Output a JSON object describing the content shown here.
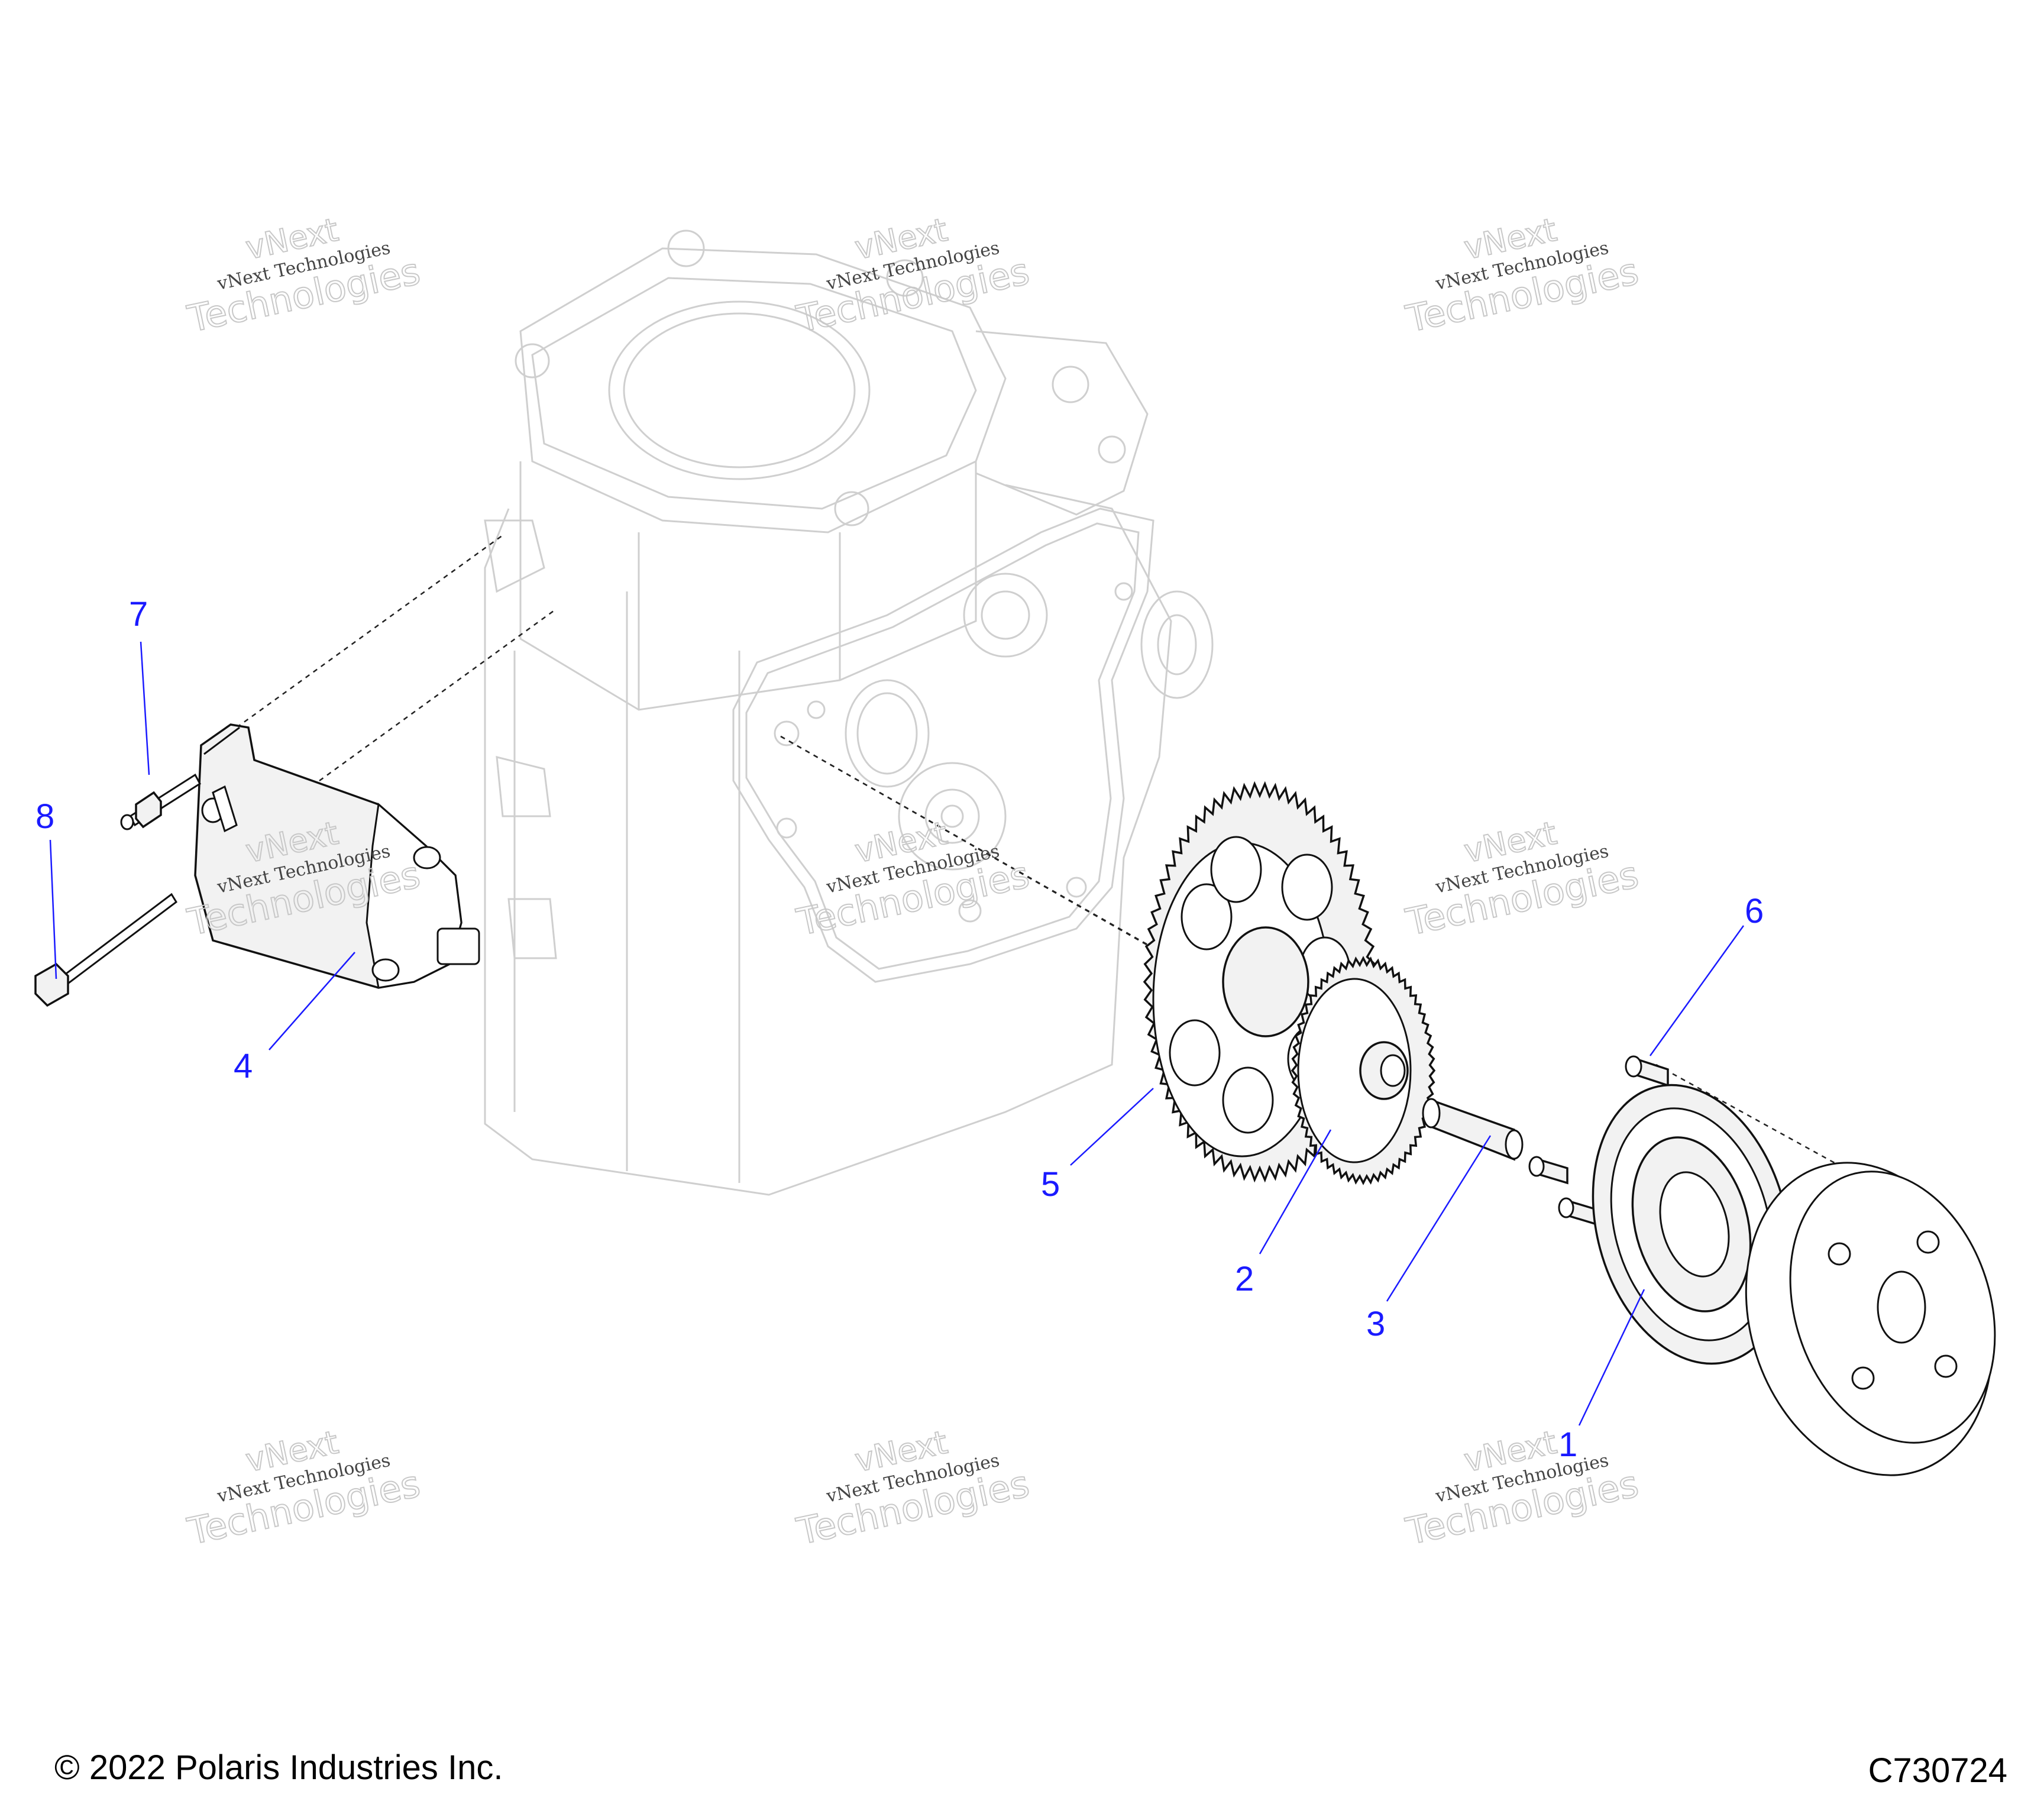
{
  "callouts": [
    {
      "id": "1",
      "label": "1"
    },
    {
      "id": "2",
      "label": "2"
    },
    {
      "id": "3",
      "label": "3"
    },
    {
      "id": "4",
      "label": "4"
    },
    {
      "id": "5",
      "label": "5"
    },
    {
      "id": "6",
      "label": "6"
    },
    {
      "id": "7",
      "label": "7"
    },
    {
      "id": "8",
      "label": "8"
    }
  ],
  "watermark": {
    "line1": "vNext Technologies",
    "line2": "Technologies",
    "line3": "vNext"
  },
  "footer": {
    "copyright": "© 2022 Polaris Industries Inc.",
    "code": "C730724"
  },
  "colors": {
    "callout": "#1a1aff",
    "line": "#111111",
    "engine": "#cfcfcf"
  }
}
